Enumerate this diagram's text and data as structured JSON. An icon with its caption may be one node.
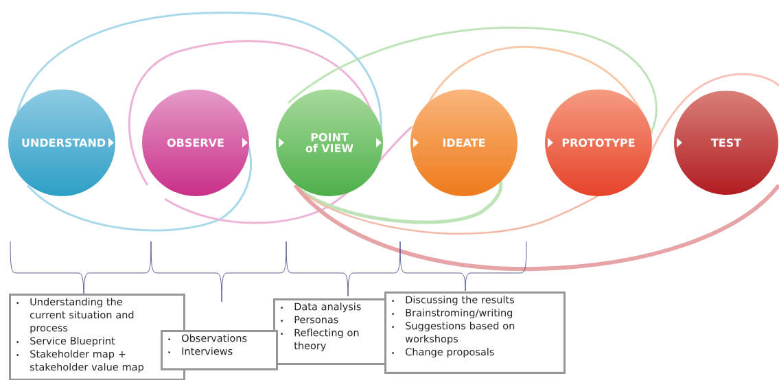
{
  "diagram": {
    "nodes": [
      {
        "text": [
          "UNDERSTAND"
        ]
      },
      {
        "text": [
          "OBSERVE"
        ]
      },
      {
        "text": [
          "POINT of VIEW"
        ]
      },
      {
        "text": [
          "IDEATE"
        ]
      },
      {
        "text": [
          "PROTOTYPE"
        ]
      },
      {
        "text": [
          "TEST"
        ]
      },
      {
        "text": [
          "Understanding the current situation and process",
          "Service Blueprint",
          "Stakeholder map + stakeholder value map"
        ]
      },
      {
        "text": [
          "Observations",
          "Interviews"
        ]
      },
      {
        "text": [
          "Data analysis",
          "Personas",
          "Reflecting on theory"
        ]
      },
      {
        "text": [
          "Discussing the results",
          "Brainstroming/writing",
          "Suggestions based on workshops",
          "Change proposals"
        ]
      }
    ]
  }
}
